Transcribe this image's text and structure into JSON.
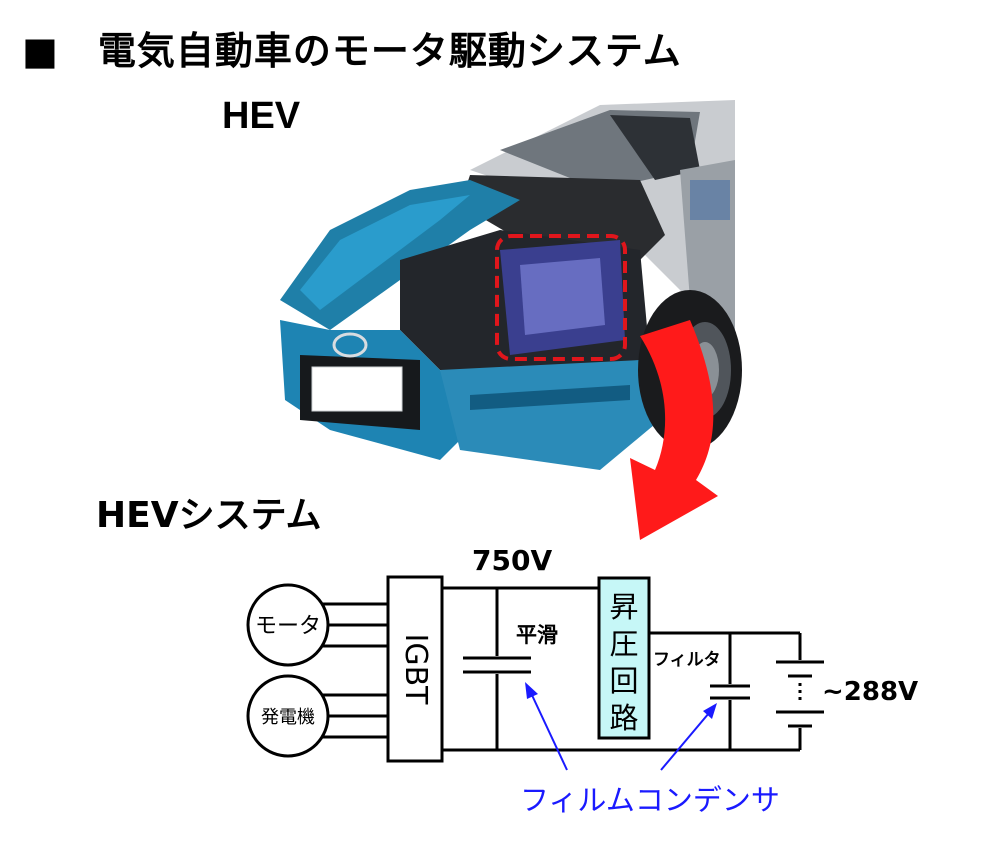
{
  "title": "■　電気自動車のモータ駆動システム",
  "photo": {
    "label": "HEV",
    "vehicle_illustration": "cutaway-hybrid-car-front",
    "highlight_color": "#e0161c",
    "arrow_color": "#ff1a1a"
  },
  "system": {
    "label": "HEVシステム",
    "voltage_high": "750V",
    "voltage_battery": "~288V",
    "motor": "モータ",
    "generator": "発電機",
    "igbt": "IGBT",
    "smoothing": "平滑",
    "boost": [
      "昇",
      "圧",
      "回",
      "路"
    ],
    "filter": "フィルタ",
    "film_capacitor": "フィルムコンデンサ",
    "boost_fill": "#c6f7f7",
    "annotation_color": "#1a1aff"
  }
}
